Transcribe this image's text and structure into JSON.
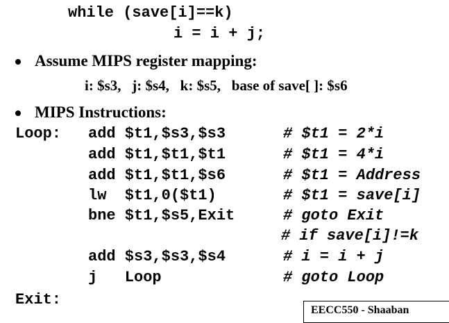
{
  "code_header": {
    "while_line": "while (save[i]==k)",
    "body_line": "i = i + j;"
  },
  "bullets": {
    "register_mapping_title": "Assume MIPS register mapping:",
    "register_mapping_detail": "i: $s3,   j: $s4,   k: $s5,   base of save[ ]: $s6",
    "instructions_title": "MIPS Instructions:"
  },
  "code": {
    "loop_label": "Loop:",
    "exit_label": "Exit:",
    "lines": [
      {
        "instr": "add $t1,$s3,$s3",
        "comment": "# $t1 = 2*i"
      },
      {
        "instr": "add $t1,$t1,$t1",
        "comment": "# $t1 = 4*i"
      },
      {
        "instr": "add $t1,$t1,$s6",
        "comment": "# $t1 = Address"
      },
      {
        "instr": "lw  $t1,0($t1)",
        "comment": "# $t1 = save[i]"
      },
      {
        "instr": "bne $t1,$s5,Exit",
        "comment": "# goto Exit"
      },
      {
        "instr": "",
        "comment": "# if save[i]!=k"
      },
      {
        "instr": "add $s3,$s3,$s4",
        "comment": "# i = i + j"
      },
      {
        "instr": "j   Loop",
        "comment": "# goto Loop"
      }
    ]
  },
  "footer": {
    "text": "EECC550 - Shaaban"
  }
}
